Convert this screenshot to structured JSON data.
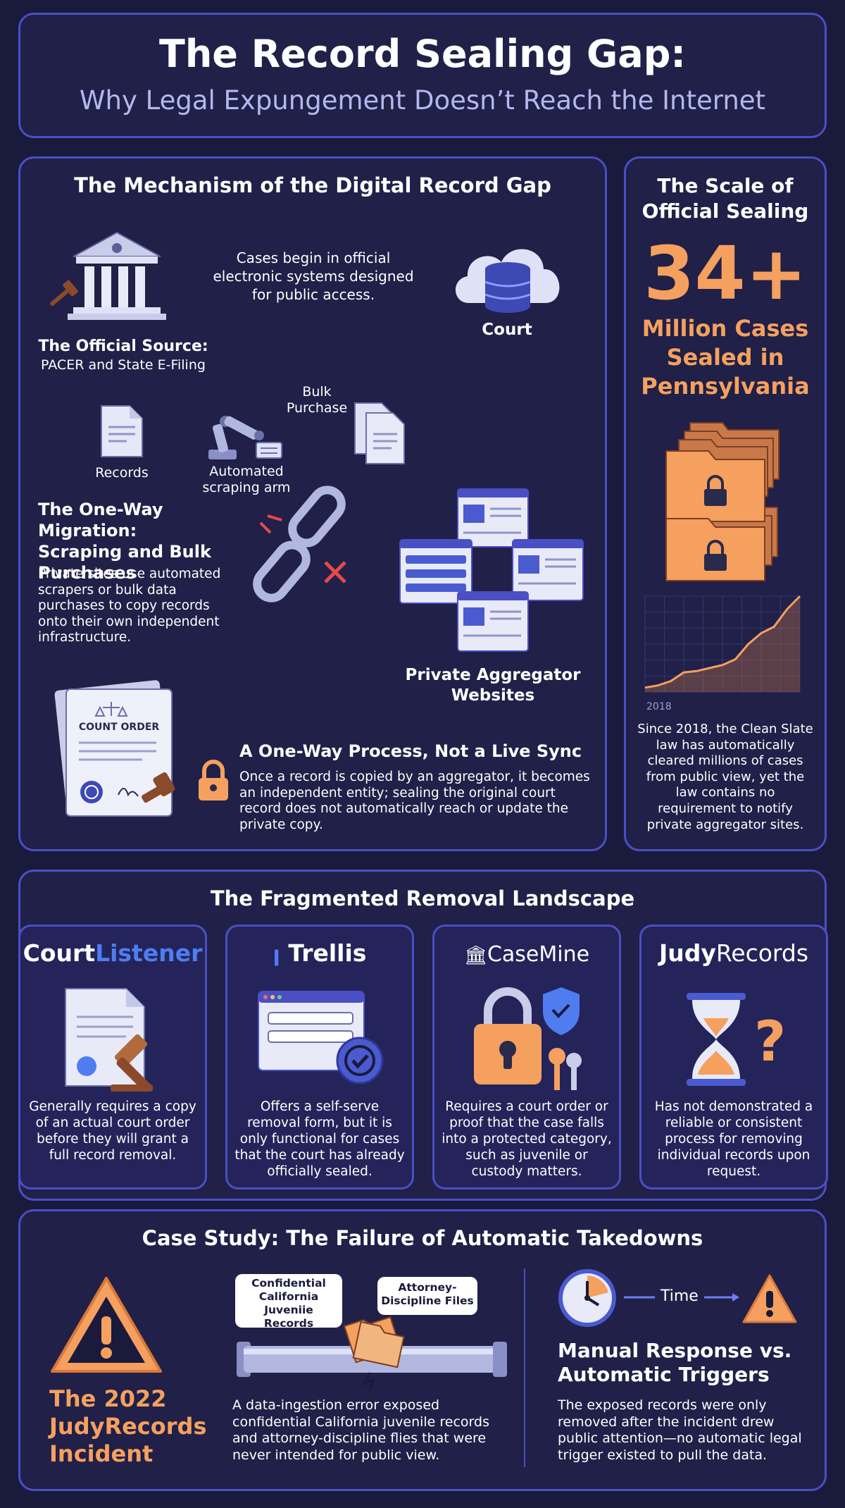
{
  "header": {
    "title": "The Record Sealing Gap:",
    "subtitle": "Why Legal Expungement Doesn’t Reach the Internet"
  },
  "mechanism": {
    "title": "The Mechanism of the Digital Record Gap",
    "intro": "Cases begin in official electronic systems designed for public access.",
    "court_label": "Court",
    "source_title": "The Official Source:",
    "source_sub": "PACER and State E-Filing",
    "bulk_purchase_label": "Bulk Purchase",
    "records_label": "Records",
    "scraper_label": "Automated scraping arm",
    "migration_title": "The One-Way Migration: Scraping and Bulk Purchases",
    "migration_text": "Private sites use automated scrapers or bulk data purchases to copy records onto their own independent infrastructure.",
    "aggregator_label": "Private Aggregator Websites",
    "count_order_label": "COUNT ORDER",
    "process_title": "A One-Way Process, Not a Live Sync",
    "process_text": "Once a record is copied by an aggregator, it becomes an independent entity; sealing the original court record does not automatically reach or update the private copy."
  },
  "scale": {
    "title": "The Scale of Official Sealing",
    "big_number": "34+",
    "big_label": "Million Cases Sealed in Pennsylvania",
    "chart_start_label": "2018",
    "text": "Since 2018, the Clean Slate law has automatically cleared millions of cases from public view, yet the law contains no requirement to notify private aggregator sites."
  },
  "removal": {
    "title": "The Fragmented Removal Landscape",
    "cards": [
      {
        "logo_a": "Court",
        "logo_b": "Listener",
        "text": "Generally requires a copy of an actual court order before they will grant a full record removal."
      },
      {
        "logo_a": "Trellis",
        "logo_b": "",
        "text": "Offers a self-serve removal form, but it is only functional for cases that the court has already officially sealed."
      },
      {
        "logo_a": "CaseMine",
        "logo_b": "",
        "text": "Requires a court order or proof that the case falls into a protected category, such as juvenile or custody matters."
      },
      {
        "logo_a": "Judy",
        "logo_b": "Records",
        "text": "Has not demonstrated a reliable or consistent process for removing individual records upon request."
      }
    ]
  },
  "case_study": {
    "title": "Case Study: The Failure of Automatic Takedowns",
    "incident_label": "The 2022 JudyRecords Incident",
    "bubble_left": "Confidential California Juveniie Records",
    "bubble_right": "Attorney-Discipline Files",
    "middle_text": "A data-ingestion error exposed confidential California juvenile records and attorney-discipline flies that were never intended for public view.",
    "time_label": "Time",
    "right_title": "Manual Response vs. Automatic Triggers",
    "right_text": "The exposed records were only removed after the incident drew public attention—no automatic legal trigger existed to pull the data."
  },
  "chart_data": {
    "type": "area",
    "title": "",
    "x_start_label": "2018",
    "values": [
      1,
      1.5,
      2.5,
      4.5,
      4.8,
      5.5,
      6.2,
      7.5,
      11,
      13.5,
      15,
      19,
      22
    ],
    "grid": true
  },
  "colors": {
    "background": "#1a1a3d",
    "panel": "#202048",
    "border": "#4a4fc4",
    "accent_orange": "#f5a05f"
  }
}
